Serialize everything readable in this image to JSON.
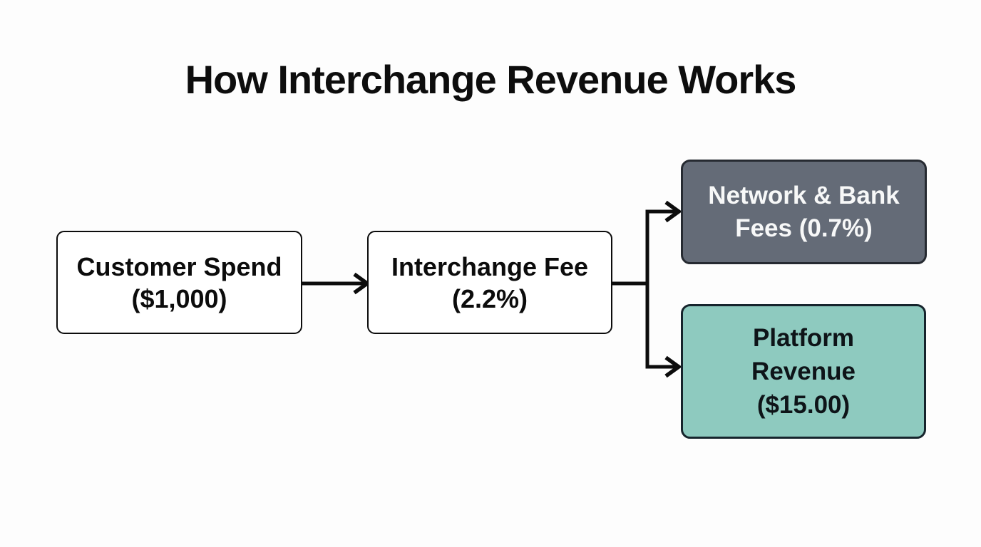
{
  "title": "How Interchange Revenue Works",
  "colors": {
    "background": "#fdfdfd",
    "box_default_bg": "#ffffff",
    "box_default_border": "#0c0c0c",
    "box_default_text": "#0c0c0c",
    "fees_bg": "#646b77",
    "fees_border": "#262a31",
    "fees_text": "#f7f8f8",
    "revenue_bg": "#8ecabf",
    "revenue_border": "#16242c",
    "revenue_text": "#0e1418",
    "arrow": "#0c0c0c"
  },
  "nodes": [
    {
      "id": "customer-spend",
      "label": "Customer Spend ($1,000)",
      "lines": [
        "Customer Spend",
        "($1,000)"
      ]
    },
    {
      "id": "interchange-fee",
      "label": "Interchange Fee (2.2%)",
      "lines": [
        "Interchange Fee",
        "(2.2%)"
      ]
    },
    {
      "id": "network-bank-fees",
      "label": "Network & Bank Fees (0.7%)",
      "lines": [
        "Network & Bank",
        "Fees (0.7%)"
      ]
    },
    {
      "id": "platform-revenue",
      "label": "Platform Revenue ($15.00)",
      "lines": [
        "Platform",
        "Revenue",
        "($15.00)"
      ]
    }
  ],
  "edges": [
    {
      "from": "customer-spend",
      "to": "interchange-fee"
    },
    {
      "from": "interchange-fee",
      "to": "network-bank-fees"
    },
    {
      "from": "interchange-fee",
      "to": "platform-revenue"
    }
  ]
}
